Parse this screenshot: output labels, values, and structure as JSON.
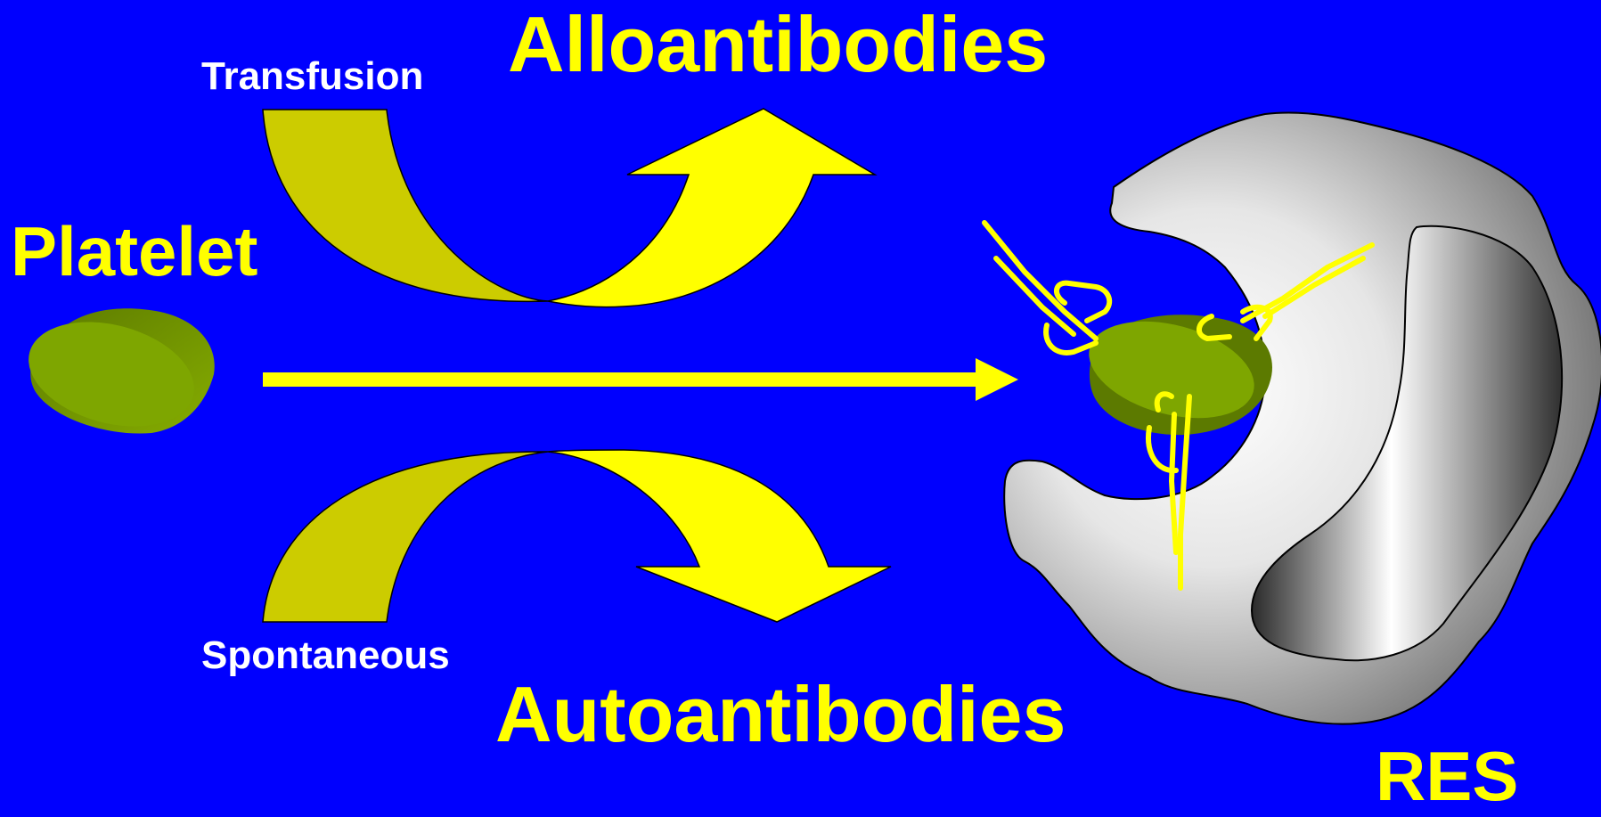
{
  "labels": {
    "alloantibodies": "Alloantibodies",
    "autoantibodies": "Autoantibodies",
    "platelet": "Platelet",
    "res": "RES",
    "transfusion": "Transfusion",
    "spontaneous": "Spontaneous"
  },
  "colors": {
    "background": "#0000fe",
    "arrow_yellow": "#ffff00",
    "arrow_shade": "#cccc00",
    "platelet_green": "#7ea600",
    "text_yellow": "#ffff00",
    "text_white": "#ffffff"
  }
}
